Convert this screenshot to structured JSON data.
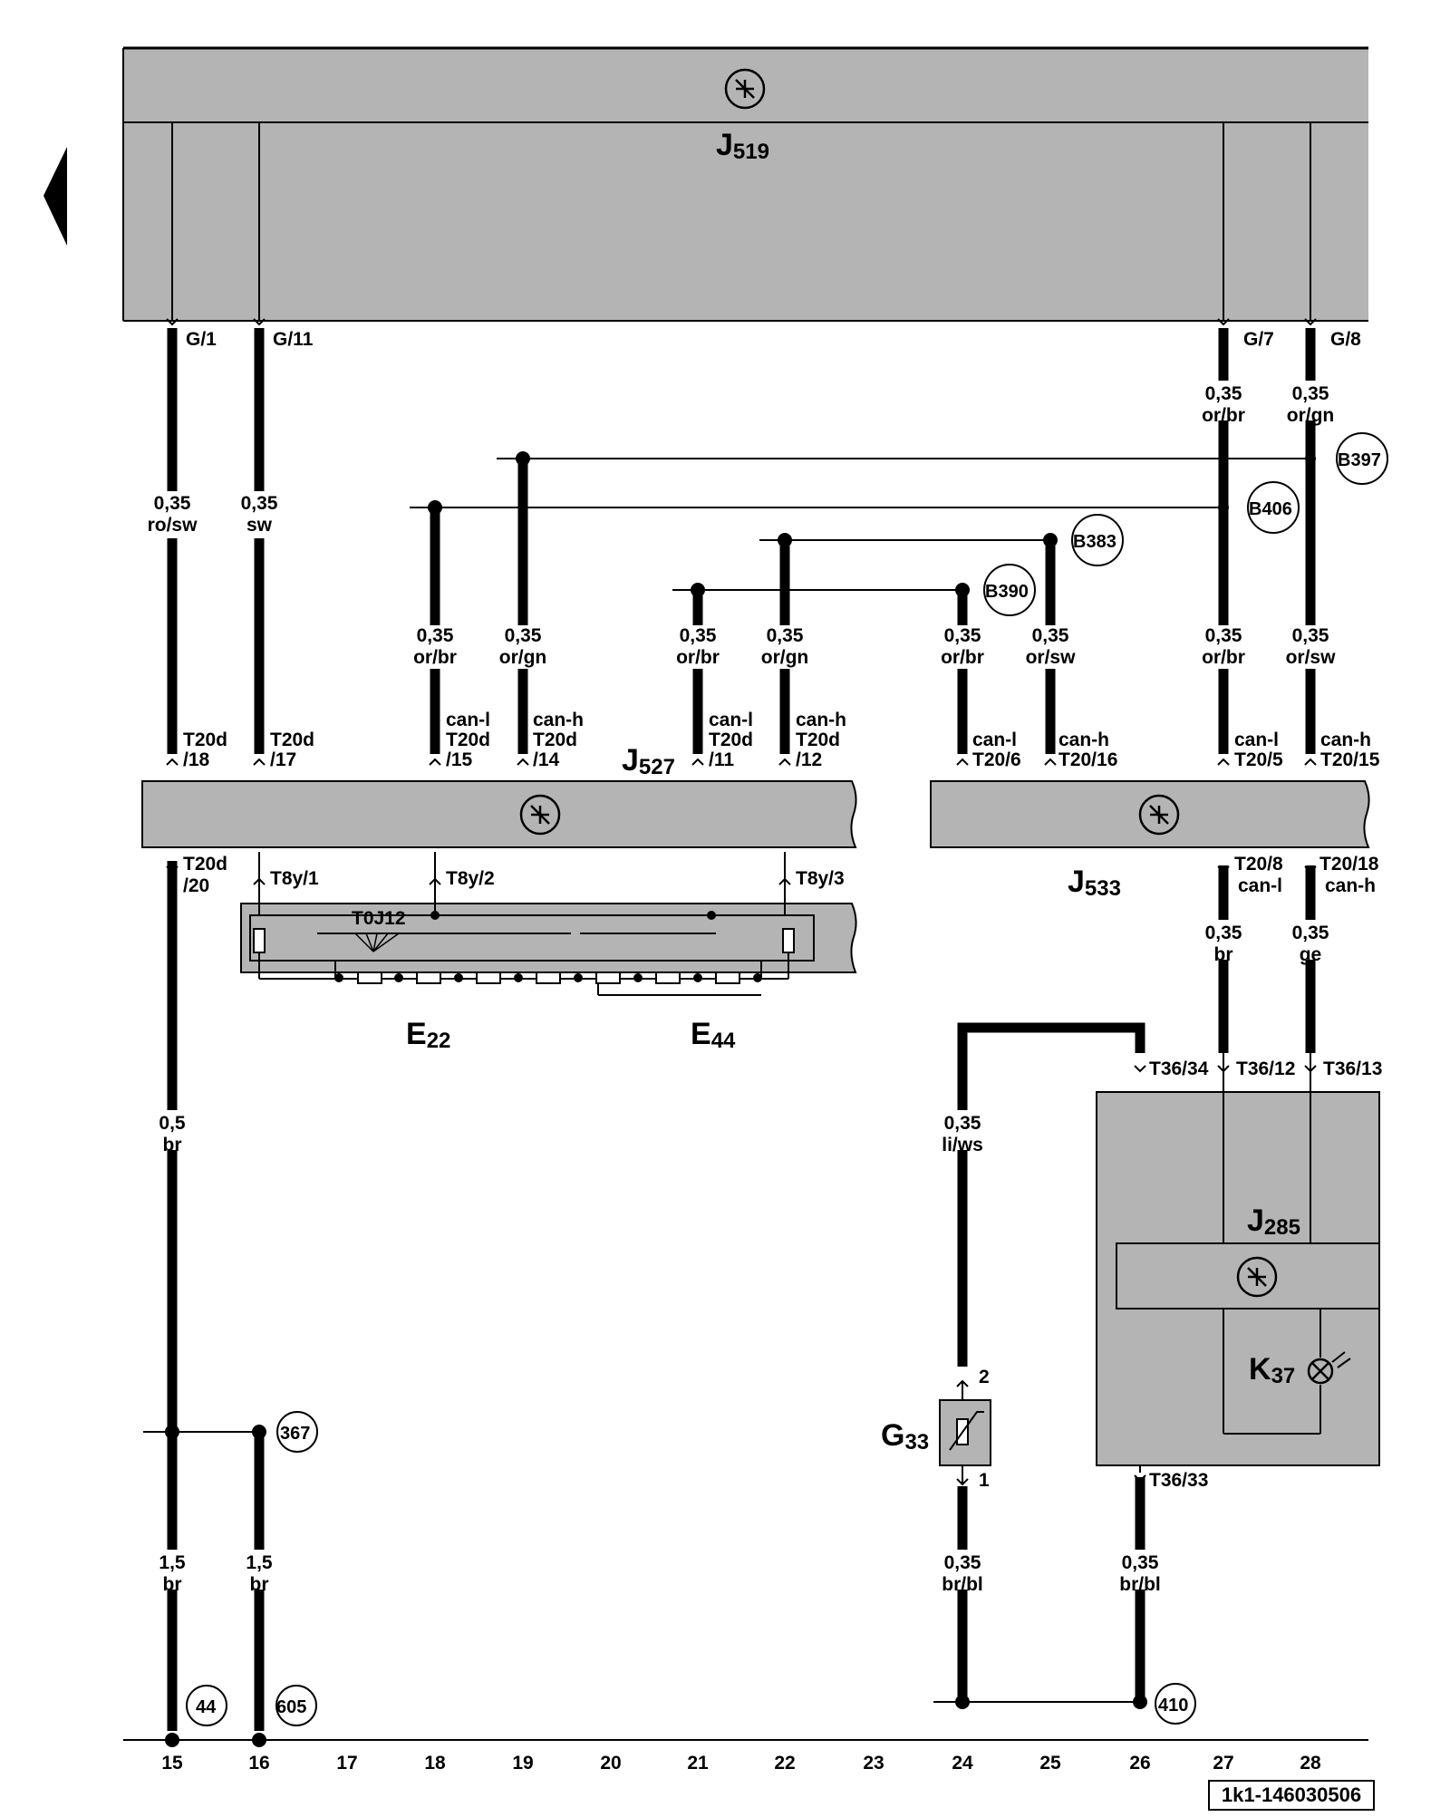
{
  "diagram": {
    "document_id": "1k1-146030506",
    "columns": [
      "15",
      "16",
      "17",
      "18",
      "19",
      "20",
      "21",
      "22",
      "23",
      "24",
      "25",
      "26",
      "27",
      "28"
    ],
    "components": {
      "j519": {
        "name": "J",
        "sub": "519"
      },
      "j527": {
        "name": "J",
        "sub": "527"
      },
      "j533": {
        "name": "J",
        "sub": "533"
      },
      "j285": {
        "name": "J",
        "sub": "285"
      },
      "e22": {
        "name": "E",
        "sub": "22"
      },
      "e44": {
        "name": "E",
        "sub": "44"
      },
      "g33": {
        "name": "G",
        "sub": "33"
      },
      "k37": {
        "name": "K",
        "sub": "37"
      },
      "t0j12": "T0J12"
    },
    "connection_points": [
      "B397",
      "B406",
      "B383",
      "B390",
      "367",
      "44",
      "605",
      "410"
    ],
    "pins": {
      "g1": "G/1",
      "g11": "G/11",
      "g7": "G/7",
      "g8": "G/8",
      "t20d18a": "T20d",
      "t20d18b": "/18",
      "t20d17a": "T20d",
      "t20d17b": "/17",
      "t20d15a": "can-l",
      "t20d15b": "T20d",
      "t20d15c": "/15",
      "t20d14a": "can-h",
      "t20d14b": "T20d",
      "t20d14c": "/14",
      "t20d11a": "can-l",
      "t20d11b": "T20d",
      "t20d11c": "/11",
      "t20d12a": "can-h",
      "t20d12b": "T20d",
      "t20d12c": "/12",
      "t206a": "can-l",
      "t206b": "T20/6",
      "t2016a": "can-h",
      "t2016b": "T20/16",
      "t205a": "can-l",
      "t205b": "T20/5",
      "t2015a": "can-h",
      "t2015b": "T20/15",
      "t20d20a": "T20d",
      "t20d20b": "/20",
      "t8y1": "T8y/1",
      "t8y2": "T8y/2",
      "t8y3": "T8y/3",
      "t208a": "T20/8",
      "t208b": "can-l",
      "t2018a": "T20/18",
      "t2018b": "can-h",
      "t3634": "T36/34",
      "t3612": "T36/12",
      "t3613": "T36/13",
      "t3633": "T36/33",
      "g33p2": "2",
      "g33p1": "1"
    },
    "wires": [
      {
        "size": "0,35",
        "color": "ro/sw"
      },
      {
        "size": "0,35",
        "color": "sw"
      },
      {
        "size": "0,35",
        "color": "or/br"
      },
      {
        "size": "0,35",
        "color": "or/gn"
      },
      {
        "size": "0,35",
        "color": "or/br"
      },
      {
        "size": "0,35",
        "color": "or/gn"
      },
      {
        "size": "0,35",
        "color": "or/br"
      },
      {
        "size": "0,35",
        "color": "or/sw"
      },
      {
        "size": "0,35",
        "color": "or/br"
      },
      {
        "size": "0,35",
        "color": "or/sw"
      },
      {
        "size": "0,35",
        "color": "or/br"
      },
      {
        "size": "0,35",
        "color": "or/gn"
      },
      {
        "size": "0,35",
        "color": "br"
      },
      {
        "size": "0,35",
        "color": "ge"
      },
      {
        "size": "0,5",
        "color": "br"
      },
      {
        "size": "0,35",
        "color": "li/ws"
      },
      {
        "size": "1,5",
        "color": "br"
      },
      {
        "size": "1,5",
        "color": "br"
      },
      {
        "size": "0,35",
        "color": "br/bl"
      },
      {
        "size": "0,35",
        "color": "br/bl"
      }
    ],
    "colors": {
      "box_fill": "#b4b4b4",
      "line": "#000000",
      "background": "#ffffff"
    }
  }
}
